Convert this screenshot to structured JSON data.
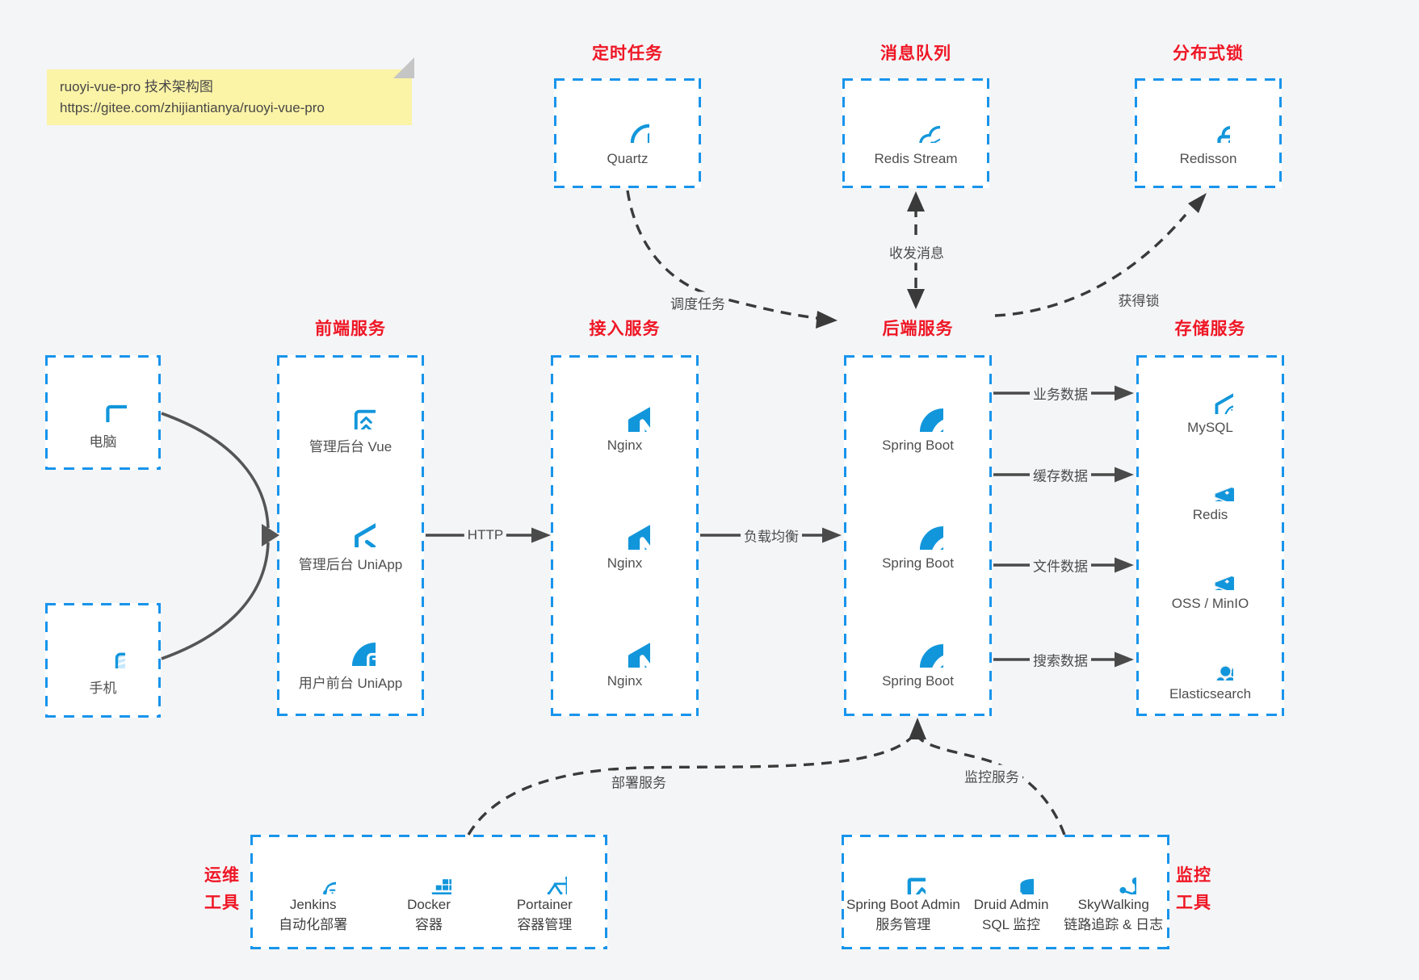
{
  "note": {
    "title": "ruoyi-vue-pro 技术架构图",
    "url": "https://gitee.com/zhijiantianya/ruoyi-vue-pro"
  },
  "top_services": [
    {
      "title": "定时任务",
      "label": "Quartz",
      "icon": "clock-icon"
    },
    {
      "title": "消息队列",
      "label": "Redis Stream",
      "icon": "cloud-share-icon"
    },
    {
      "title": "分布式锁",
      "label": "Redisson",
      "icon": "lock-icon"
    }
  ],
  "clients": [
    {
      "label": "电脑",
      "icon": "desktop-icon"
    },
    {
      "label": "手机",
      "icon": "phone-icon"
    }
  ],
  "columns": [
    {
      "title": "前端服务",
      "items": [
        {
          "label": "管理后台 Vue",
          "icon": "admin-vue-icon"
        },
        {
          "label": "管理后台 UniApp",
          "icon": "uniapp-icon"
        },
        {
          "label": "用户前台 UniApp",
          "icon": "user-app-icon"
        }
      ]
    },
    {
      "title": "接入服务",
      "items": [
        {
          "label": "Nginx",
          "icon": "nginx-icon"
        },
        {
          "label": "Nginx",
          "icon": "nginx-icon"
        },
        {
          "label": "Nginx",
          "icon": "nginx-icon"
        }
      ]
    },
    {
      "title": "后端服务",
      "items": [
        {
          "label": "Spring Boot",
          "icon": "spring-icon"
        },
        {
          "label": "Spring Boot",
          "icon": "spring-icon"
        },
        {
          "label": "Spring Boot",
          "icon": "spring-icon"
        }
      ]
    },
    {
      "title": "存储服务",
      "items": [
        {
          "label": "MySQL",
          "icon": "mysql-icon"
        },
        {
          "label": "Redis",
          "icon": "stack-icon"
        },
        {
          "label": "OSS / MinIO",
          "icon": "stack-icon"
        },
        {
          "label": "Elasticsearch",
          "icon": "elasticsearch-icon"
        }
      ]
    }
  ],
  "edge_labels": {
    "http": "HTTP",
    "load_balance": "负载均衡",
    "schedule_job": "调度任务",
    "exchange_message": "收发消息",
    "acquire_lock": "获得锁",
    "business_data": "业务数据",
    "cache_data": "缓存数据",
    "file_data": "文件数据",
    "search_data": "搜索数据",
    "deploy_service": "部署服务",
    "monitor_service": "监控服务"
  },
  "ops_tools": {
    "side_label_lines": [
      "运维",
      "工具"
    ],
    "items": [
      {
        "name": "Jenkins",
        "desc": "自动化部署",
        "icon": "jenkins-icon"
      },
      {
        "name": "Docker",
        "desc": "容器",
        "icon": "docker-icon"
      },
      {
        "name": "Portainer",
        "desc": "容器管理",
        "icon": "portainer-scales-icon"
      }
    ]
  },
  "monitor_tools": {
    "side_label_lines": [
      "监控",
      "工具"
    ],
    "items": [
      {
        "name": "Spring Boot Admin",
        "desc": "服务管理",
        "icon": "monitor-chart-icon"
      },
      {
        "name": "Druid Admin",
        "desc": "SQL 监控",
        "icon": "database-icon"
      },
      {
        "name": "SkyWalking",
        "desc": "链路追踪 & 日志",
        "icon": "topology-icon"
      }
    ]
  },
  "colors": {
    "accent_blue": "#1296db",
    "border_blue": "#1794ec",
    "title_red": "#ef1625",
    "note_bg": "#fbf3a6",
    "canvas_bg": "#f4f5f7",
    "arrow_dark": "#4a4a4a"
  }
}
